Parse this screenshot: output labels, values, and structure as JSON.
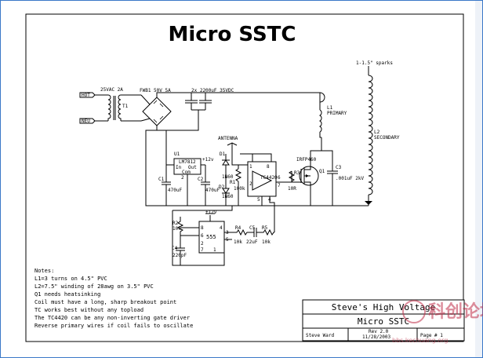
{
  "title": "Micro SSTC",
  "colors": {
    "frame": "#3a78c8",
    "wire": "#000000",
    "watermark": "#c0304a"
  },
  "inputs": {
    "hot": "HOT",
    "neutral": "NEU",
    "supply": "25VAC 2A"
  },
  "labels": {
    "t1": "T1",
    "fwb1": "FWB1 50V 5A",
    "caps": "2x 2200uF 35VDC",
    "antenna": "ANTENNA",
    "u1": "U1",
    "reg": "LM7812",
    "reg_in": "In",
    "reg_out": "Out",
    "reg_com": "Com",
    "c1": "C1",
    "c1_val": "470uF",
    "c2": "C2",
    "c2_val": "470uF",
    "r1": "R1",
    "r1_val": "100k",
    "d1": "D1",
    "d1_val": "1N60",
    "d2": "D2",
    "d2_val": "1N60",
    "plus12_a": "+12v",
    "plus12_b": "+12v",
    "tc": "TC4420",
    "r3": "R3",
    "r3_val": "10R",
    "mosfet": "IRFP460",
    "q1": "Q1",
    "c3": "C3",
    "c3_val": ".001uF 2kV",
    "l1": "L1",
    "l1_name": "PRIMARY",
    "l2": "L2",
    "l2_name": "SECONDARY",
    "sparks": "1-1.5\" sparks",
    "ic555": "555",
    "r2": "R2",
    "r2_val": "10k",
    "c4": "C4",
    "c4_val": "220pF",
    "r4": "R4",
    "r4_val": "10k",
    "c5": "C5",
    "c5_val": "22uF",
    "r5": "R5",
    "r5_val": "10k",
    "tc_pins": [
      "1",
      "8",
      "2",
      "6",
      "7",
      "5",
      "4"
    ],
    "ic555_pins": [
      "8",
      "6",
      "2",
      "7",
      "1",
      "4",
      "3",
      "5"
    ]
  },
  "notes": [
    "Notes:",
    "L1=3 turns on 4.5\" PVC",
    "L2=7.5\" winding of 28awg on 3.5\" PVC",
    "Q1 needs heatsinking",
    "Coil must have a long, sharp breakout point",
    "TC works best without any topload",
    "The TC4420 can be any non-inverting gate driver",
    "Reverse primary wires if coil fails to oscillate"
  ],
  "title_block": {
    "company": "Steve's High Voltage",
    "project": "Micro SSTC",
    "rev": "Rev 2.0",
    "date": "11/28/2003",
    "author": "Steve Ward",
    "page": "Page # 1"
  },
  "watermark": {
    "cn": "科创论坛",
    "url": "bbs.kechuang.org"
  }
}
